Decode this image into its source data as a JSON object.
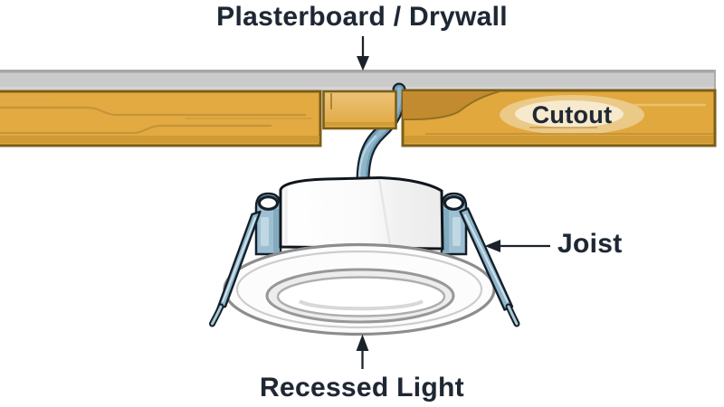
{
  "labels": {
    "plasterboard": "Plasterboard / Drywall",
    "cutout": "Cutout",
    "joist": "Joist",
    "recessed_light": "Recessed Light"
  },
  "colors": {
    "label_text": "#1e2733",
    "wood_fill": "#e1a83e",
    "wood_cutout_shadow": "#c28b2f",
    "wood_outline": "#7c5e18",
    "plasterboard_gray": "#cacaca",
    "cable_blue": "#6f9db6",
    "clip_blue": "#9dbfd2",
    "fixture_white": "#fbfbfb",
    "outline_dark": "#151f29",
    "arrow_color": "#1b222b"
  }
}
